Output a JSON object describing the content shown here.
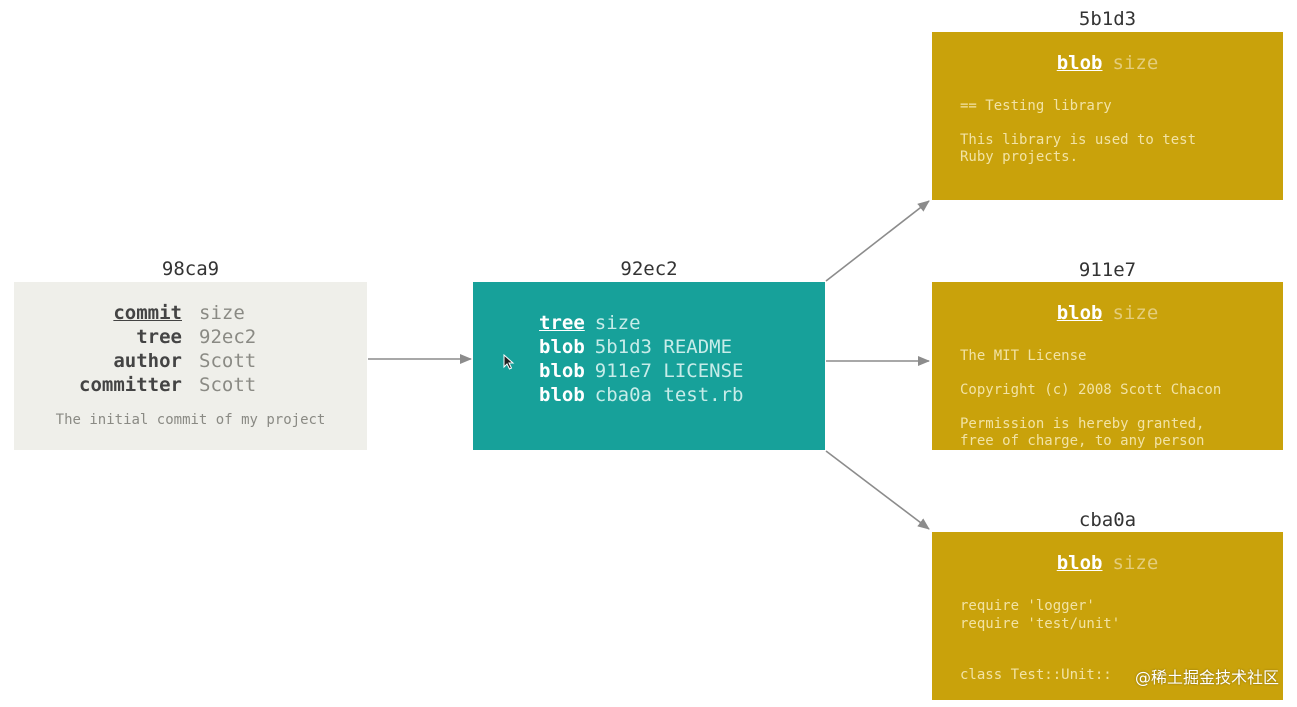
{
  "commit": {
    "hash": "98ca9",
    "rows": [
      {
        "key": "commit",
        "value": "size"
      },
      {
        "key": "tree",
        "value": "92ec2"
      },
      {
        "key": "author",
        "value": "Scott"
      },
      {
        "key": "committer",
        "value": "Scott"
      }
    ],
    "message": "The initial commit of my project",
    "bg_color": "#efefea"
  },
  "tree": {
    "hash": "92ec2",
    "rows": [
      {
        "key": "tree",
        "value": "size"
      },
      {
        "key": "blob",
        "value": "5b1d3 README"
      },
      {
        "key": "blob",
        "value": "911e7 LICENSE"
      },
      {
        "key": "blob",
        "value": "cba0a test.rb"
      }
    ],
    "bg_color": "#17a19a"
  },
  "blobs": [
    {
      "hash": "5b1d3",
      "key": "blob",
      "value": "size",
      "lines": [
        "== Testing library",
        "",
        "This library is used to test",
        "Ruby projects."
      ]
    },
    {
      "hash": "911e7",
      "key": "blob",
      "value": "size",
      "lines": [
        "The MIT License",
        "",
        "Copyright (c) 2008 Scott Chacon",
        "",
        "Permission is hereby granted,",
        "free of charge, to any person"
      ]
    },
    {
      "hash": "cba0a",
      "key": "blob",
      "value": "size",
      "lines": [
        "require 'logger'",
        "require 'test/unit'",
        "",
        "",
        "class Test::Unit::"
      ]
    }
  ],
  "blob_color": "#c9a20b",
  "arrow_color": "#8c8c8c",
  "watermark": "@稀土掘金技术社区"
}
